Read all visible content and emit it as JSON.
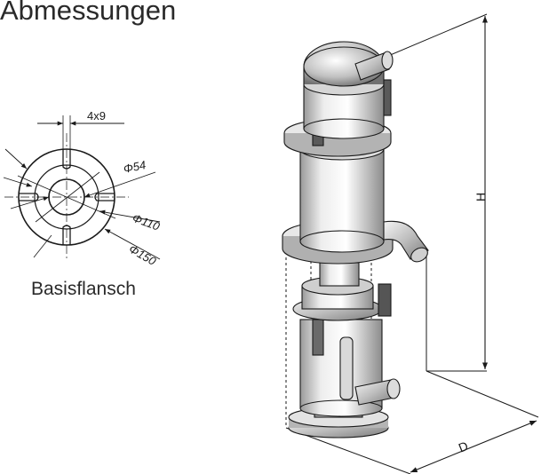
{
  "header": {
    "title": "Abmessungen"
  },
  "flange": {
    "caption": "Basisflansch",
    "slots": "4x9",
    "d1": "Φ54",
    "d2": "Φ110",
    "d3": "Φ150"
  },
  "dimensions": {
    "height": "H",
    "depth": "D"
  },
  "colors": {
    "line": "#1a1a1a",
    "metal": "#c8c8c8",
    "dark": "#555555"
  }
}
